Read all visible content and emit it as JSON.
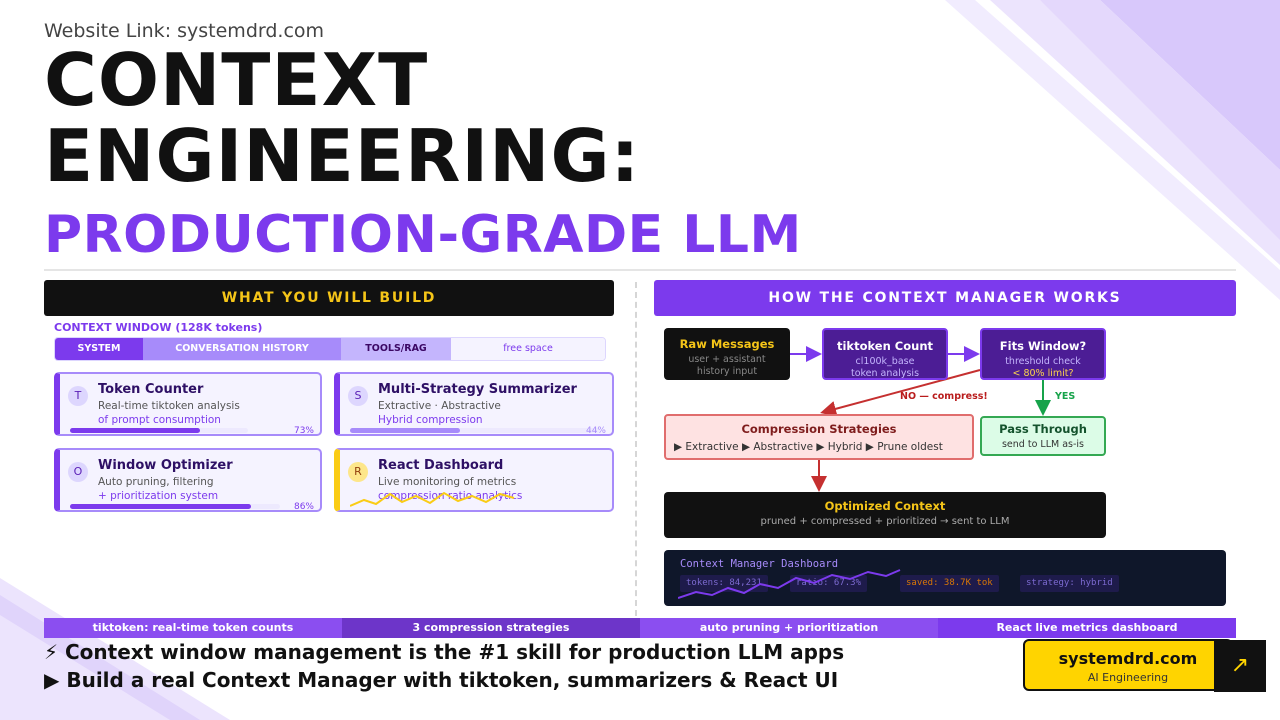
{
  "header": {
    "website_link": "Website Link: systemdrd.com",
    "title_line1": "CONTEXT",
    "title_line2": "ENGINEERING:",
    "subtitle": "PRODUCTION-GRADE LLM"
  },
  "left": {
    "heading": "WHAT YOU WILL BUILD",
    "context_window": {
      "label": "CONTEXT WINDOW (128K tokens)",
      "segments": [
        "SYSTEM",
        "CONVERSATION HISTORY",
        "TOOLS/RAG",
        "free space"
      ]
    },
    "cards": [
      {
        "badge": "T",
        "title": "Token Counter",
        "line1": "Real-time tiktoken analysis",
        "line2": "of prompt consumption",
        "progress": 73,
        "progress_label": "73%"
      },
      {
        "badge": "S",
        "title": "Multi-Strategy Summarizer",
        "line1": "Extractive · Abstractive",
        "line2": "Hybrid compression",
        "progress": 44,
        "progress_label": "44%"
      },
      {
        "badge": "O",
        "title": "Window Optimizer",
        "line1": "Auto pruning, filtering",
        "line2": "+ prioritization system",
        "progress": 86,
        "progress_label": "86%"
      },
      {
        "badge": "R",
        "title": "React Dashboard",
        "line1": "Live monitoring of metrics",
        "line2": "compression ratio analytics"
      }
    ]
  },
  "right": {
    "heading": "HOW THE CONTEXT MANAGER WORKS",
    "flow": {
      "raw": {
        "title": "Raw Messages",
        "l1": "user + assistant",
        "l2": "history input"
      },
      "tiktoken": {
        "title": "tiktoken Count",
        "l1": "cl100k_base",
        "l2": "token analysis"
      },
      "fits": {
        "title": "Fits Window?",
        "l1": "threshold check",
        "l2": "< 80% limit?"
      },
      "no_label": "NO — compress!",
      "yes_label": "YES",
      "compression": {
        "title": "Compression Strategies",
        "l1": "▶ Extractive ▶ Abstractive ▶ Hybrid ▶ Prune oldest"
      },
      "pass": {
        "title": "Pass Through",
        "l1": "send to LLM as-is"
      },
      "optimized": {
        "title": "Optimized Context",
        "l1": "pruned + compressed + prioritized → sent to LLM"
      }
    },
    "dashboard": {
      "title": "Context Manager Dashboard",
      "chips": [
        "tokens: 84,231",
        "ratio: 67.3%",
        "saved: 38.7K tok",
        "strategy: hybrid"
      ]
    }
  },
  "strip": [
    "tiktoken: real-time token counts",
    "3 compression strategies",
    "auto pruning + prioritization",
    "React live metrics dashboard"
  ],
  "bullets": [
    "⚡ Context window management is the #1 skill for production LLM apps",
    "▶ Build a real Context Manager with tiktoken, summarizers & React UI"
  ],
  "cta": {
    "title": "systemdrd.com",
    "subtitle": "AI Engineering",
    "arrow": "↗"
  },
  "colors": {
    "accent": "#7c3aed",
    "yellow": "#ffd400",
    "dark": "#111111"
  }
}
